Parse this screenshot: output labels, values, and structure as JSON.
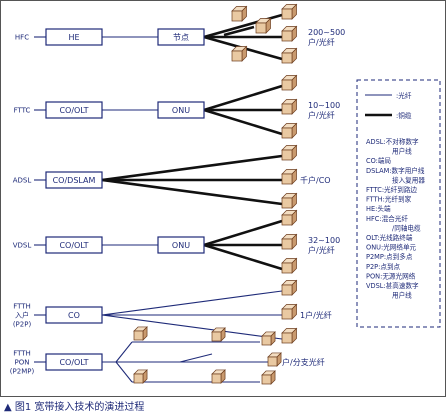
{
  "rows": [
    {
      "label": [
        "HFC"
      ],
      "box1": "HE",
      "box2": "节点",
      "box1_to_box2": "fiber",
      "branches": "copper",
      "capacity": [
        "200~500",
        "户/光纤"
      ]
    },
    {
      "label": [
        "FTTC"
      ],
      "box1": "CO/OLT",
      "box2": "ONU",
      "box1_to_box2": "fiber",
      "branches": "copper",
      "capacity": [
        "10~100",
        "户/光纤"
      ]
    },
    {
      "label": [
        "ADSL"
      ],
      "box1": "CO/DSLAM",
      "box2": null,
      "branches": "copper",
      "capacity": [
        "千户/CO"
      ]
    },
    {
      "label": [
        "VDSL"
      ],
      "box1": "CO/OLT",
      "box2": "ONU",
      "box1_to_box2": "fiber",
      "branches": "copper",
      "capacity": [
        "32~100",
        "户/光纤"
      ]
    },
    {
      "label": [
        "FTTH",
        "入户",
        "(P2P)"
      ],
      "box1": "CO",
      "box2": null,
      "branches": "fiber",
      "capacity": [
        "1户/光纤"
      ]
    },
    {
      "label": [
        "FTTH",
        "PON",
        "(P2MP)"
      ],
      "box1": "CO/OLT",
      "box2": null,
      "branches": "fiber",
      "capacity": [
        "户/分支光纤"
      ]
    }
  ],
  "legend": {
    "lines": [
      {
        "style": "fiber",
        "text": ":光纤"
      },
      {
        "style": "copper",
        "text": ":铜缆"
      }
    ],
    "items": [
      [
        "ADSL:不对称数字",
        "用户线"
      ],
      [
        "CO:端局"
      ],
      [
        "DSLAM:数字用户线",
        "接入复用器"
      ],
      [
        "FTTC:光纤到路边"
      ],
      [
        "FTTH:光纤到家"
      ],
      [
        "HE:头端"
      ],
      [
        "HFC:混合光纤",
        "/同轴电缆"
      ],
      [
        "OLT:光线路终端"
      ],
      [
        "ONU:光网络单元"
      ],
      [
        "P2MP:点到多点"
      ],
      [
        "P2P:点到点"
      ],
      [
        "PON:无源光网络"
      ],
      [
        "VDSL:甚高速数字",
        "用户线"
      ]
    ]
  },
  "caption": {
    "icon": "triangle-marker-icon",
    "text": "图1  宽带接入技术的演进过程"
  },
  "colors": {
    "ink": "#1e2a78",
    "copper": "#111111",
    "house_front": "#e9c9a2",
    "house_side": "#c99a6e",
    "house_top": "#f3ddc1",
    "house_edge": "#6b3b1c"
  }
}
